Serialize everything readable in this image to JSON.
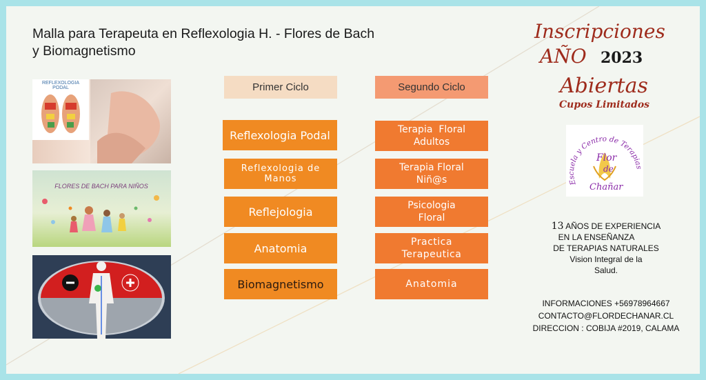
{
  "title_line1": "Malla para Terapeuta en Reflexologia H. - Flores de Bach",
  "title_line2": "y Biomagnetismo",
  "images": {
    "podal_label_1": "REFLEXOLOGIA",
    "podal_label_2": "PODAL",
    "flores_label": "FLORES DE BACH PARA NIÑOS"
  },
  "columns": {
    "primer": {
      "header": "Primer Ciclo",
      "items": [
        "Reflexologia Podal",
        "Reflexologia de Manos",
        "Reflejologia",
        "Anatomia",
        "Biomagnetismo"
      ]
    },
    "segundo": {
      "header": "Segundo Ciclo",
      "items": [
        "Terapia  Floral Adultos",
        "Terapia Floral Niñ@s",
        "Psicologia Floral",
        "Practica Terapeutica",
        "Anatomia"
      ]
    }
  },
  "promo": {
    "line1": "Inscripciones",
    "line2a": "AÑO",
    "line2b": "2023",
    "line3": "Abiertas",
    "line4": "Cupos Limitados"
  },
  "logo": {
    "arc_text": "Escuela y Centro de Terapias",
    "name1": "Flor",
    "name2": "de",
    "name3": "Chañar"
  },
  "info": {
    "exp_num": "13",
    "exp_line1": "AÑOS DE EXPERIENCIA",
    "exp_line2": "EN LA ENSEÑANZA",
    "exp_line3": "DE TERAPIAS NATURALES",
    "exp_line4": "Vision Integral de la",
    "exp_line5": "Salud.",
    "phone": "INFORMACIONES +56978964667",
    "email": "CONTACTO@FLORDECHANAR.CL",
    "address": "DIRECCION : COBIJA #2019, CALAMA"
  },
  "colors": {
    "orange": "#f08a22",
    "header_primer": "#f5dcc3",
    "header_segundo": "#f49a72",
    "promo_red": "#9e2b1c",
    "logo_purple": "#8a2aa8"
  }
}
